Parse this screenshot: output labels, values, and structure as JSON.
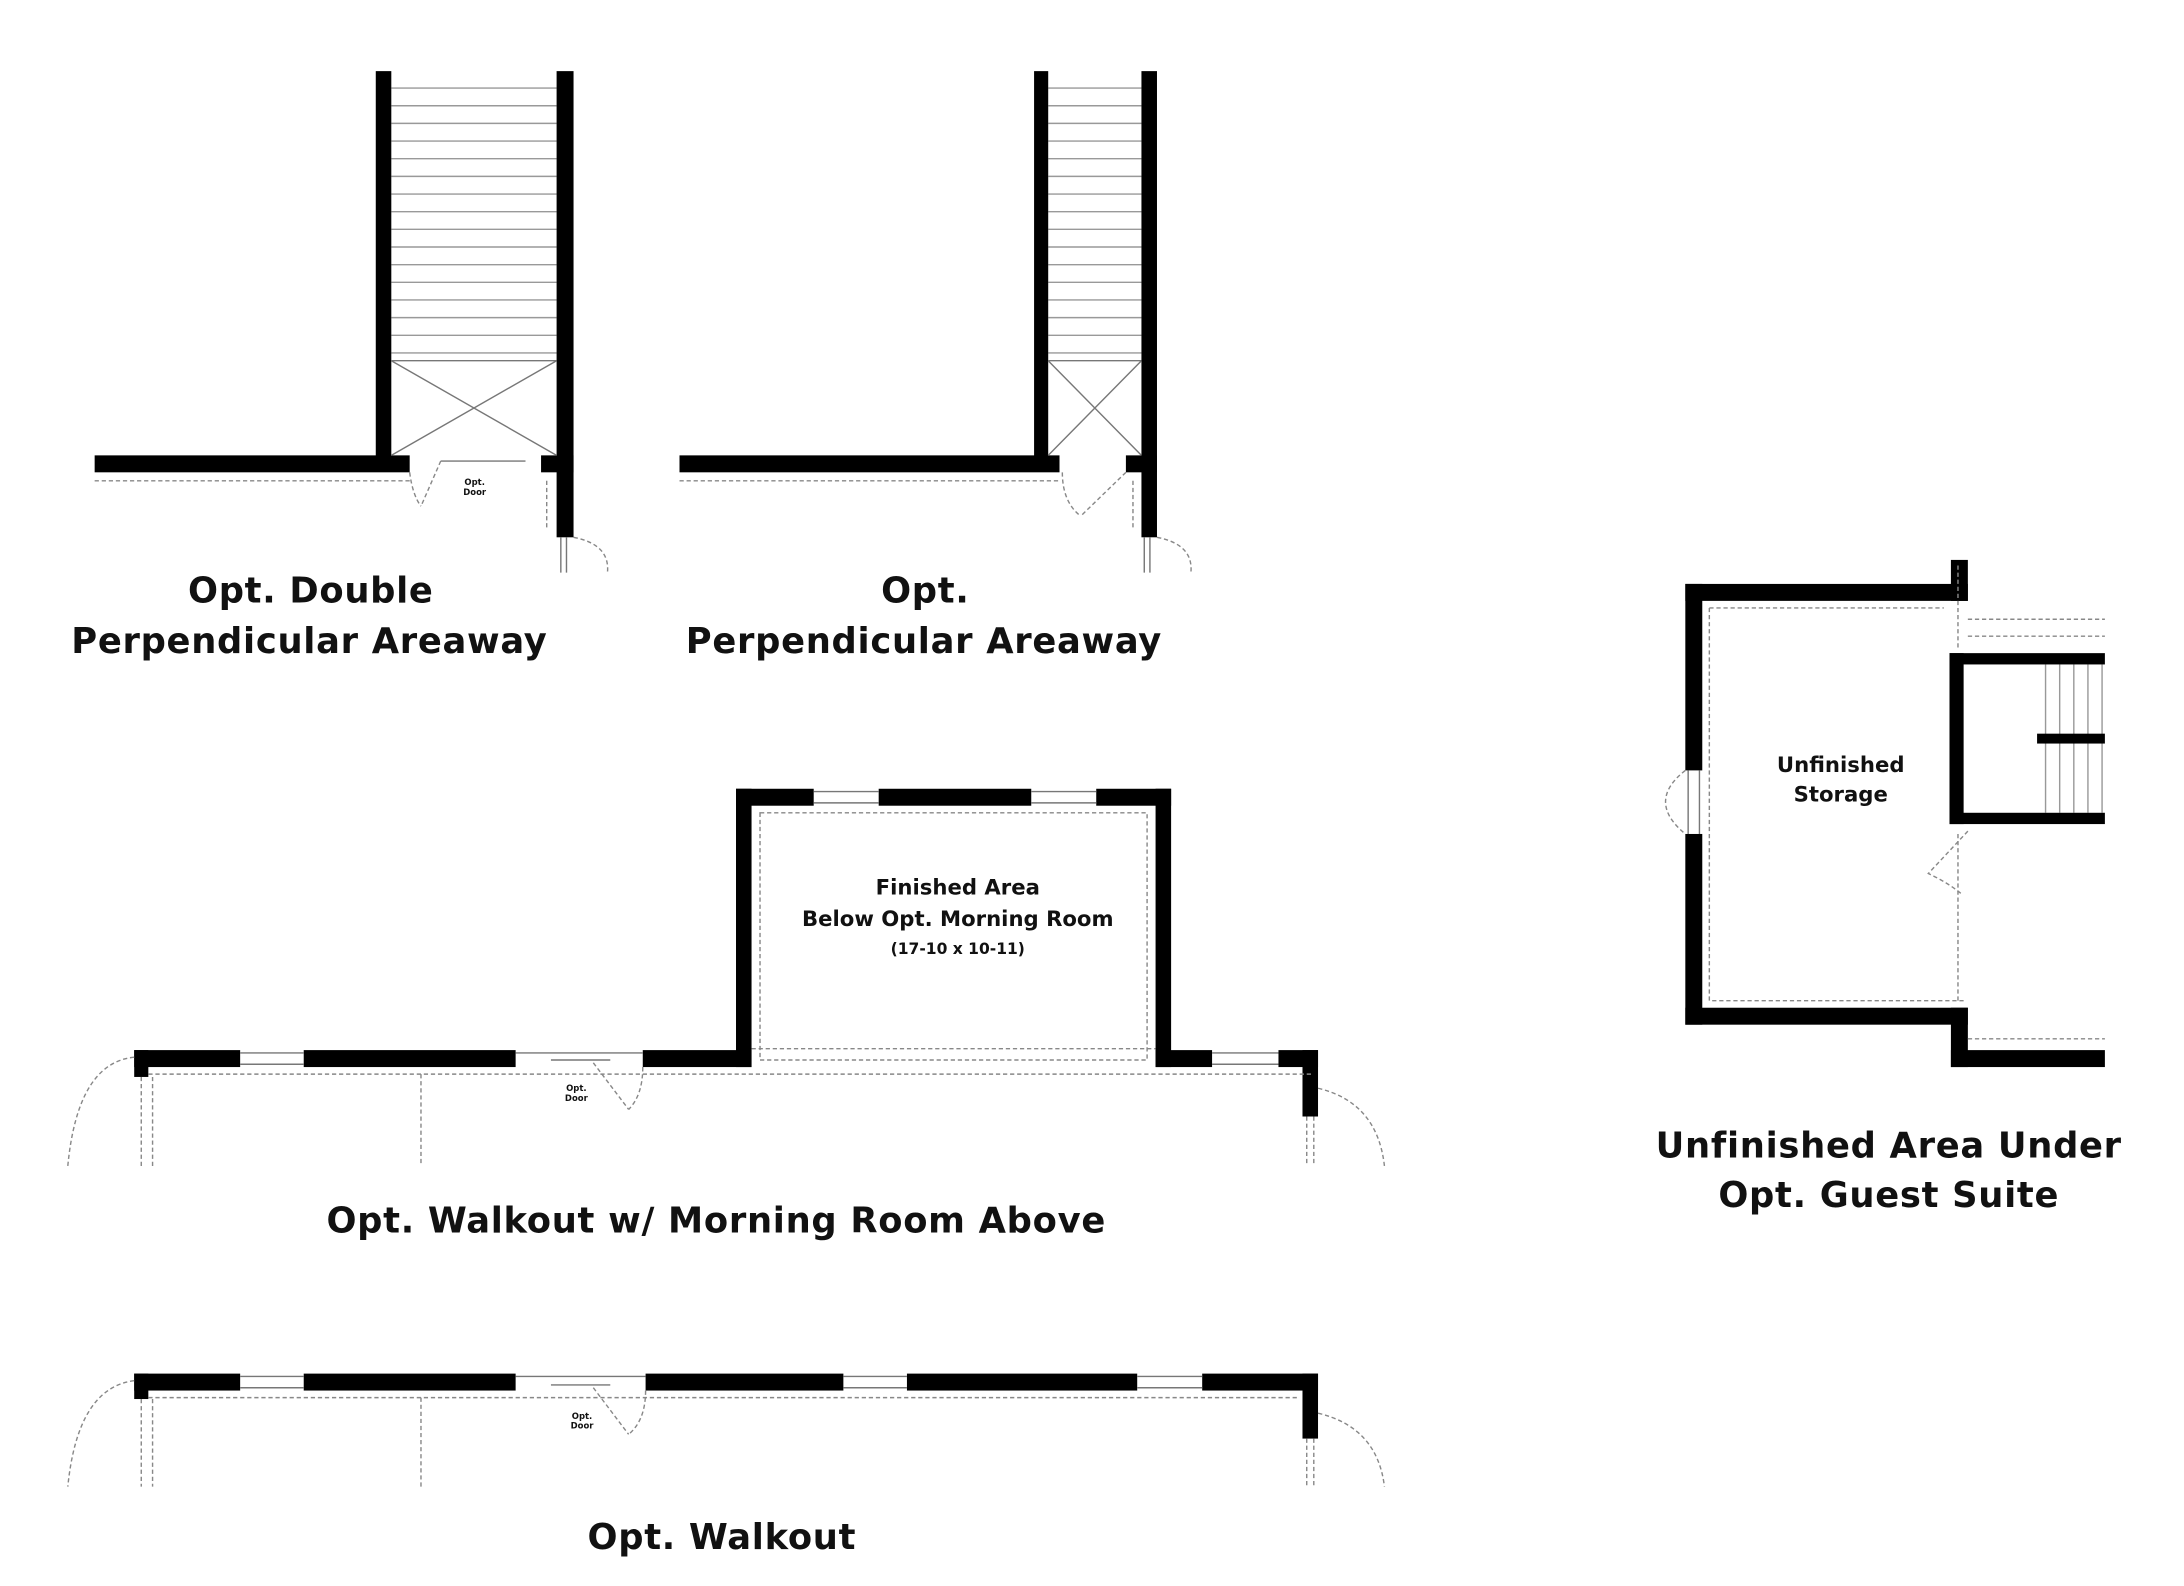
{
  "plans": [
    {
      "title_lines": [
        "Opt. Double",
        "Perpendicular Areaway"
      ],
      "door_label": [
        "Opt.",
        "Door"
      ]
    },
    {
      "title_lines": [
        "Opt.",
        "Perpendicular Areaway"
      ]
    },
    {
      "title_lines": [
        "Opt. Walkout w/ Morning Room Above"
      ],
      "door_label": [
        "Opt.",
        "Door"
      ],
      "room_lines": [
        "Finished Area",
        "Below Opt. Morning Room",
        "(17-10 x 10-11)"
      ]
    },
    {
      "title_lines": [
        "Opt. Walkout"
      ],
      "door_label": [
        "Opt.",
        "Door"
      ]
    },
    {
      "title_lines": [
        "Unfinished Area Under",
        "Opt. Guest Suite"
      ],
      "room_lines": [
        "Unfinished",
        "Storage"
      ]
    }
  ]
}
